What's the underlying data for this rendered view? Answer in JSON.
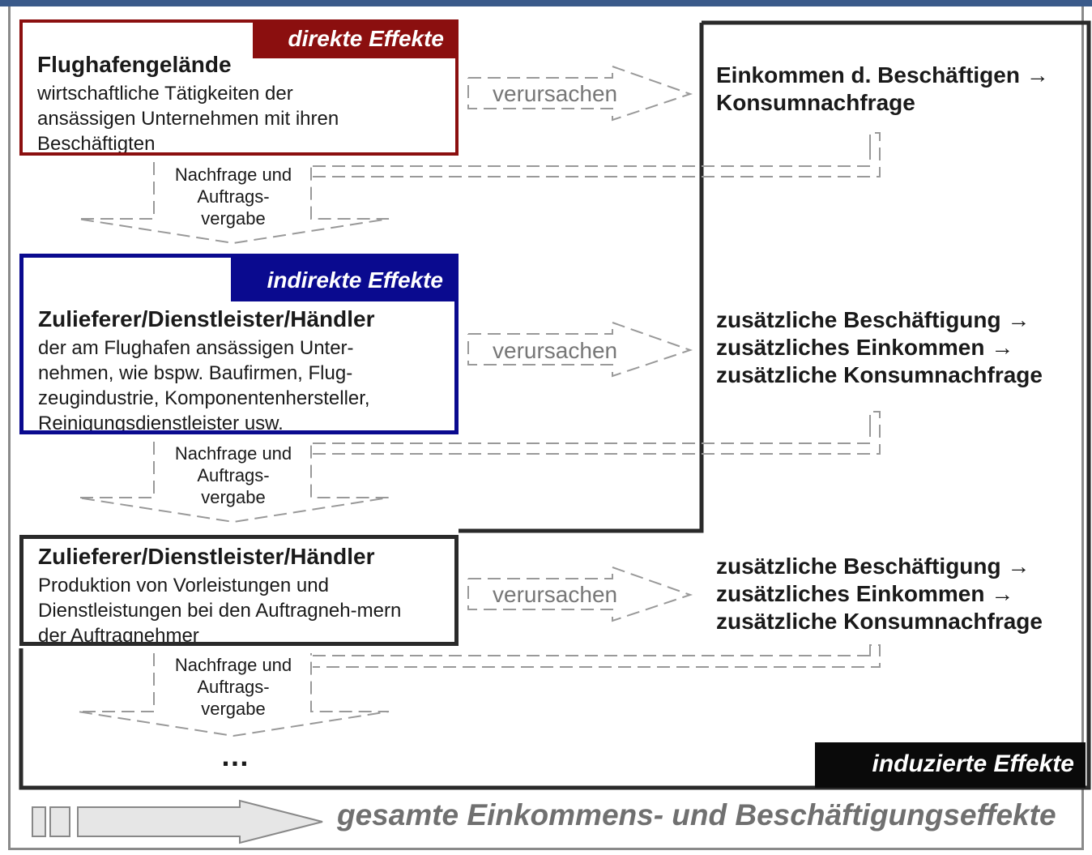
{
  "boxes": {
    "direct": {
      "tag": "direkte Effekte",
      "title": "Flughafengelände",
      "text": "wirtschaftliche Tätigkeiten der ansässigen Unternehmen mit ihren Beschäftigten"
    },
    "indirect": {
      "tag": "indirekte Effekte",
      "title": "Zulieferer/Dienstleister/Händler",
      "text": "der am Flughafen ansässigen Unter-nehmen, wie bspw. Baufirmen, Flug-zeugindustrie, Komponentenhersteller, Reinigungsdienstleister usw."
    },
    "third": {
      "title": "Zulieferer/Dienstleister/Händler",
      "text": "Produktion von Vorleistungen und Dienstleistungen bei den Auftragneh-mern der Auftragnehmer"
    }
  },
  "right": {
    "r1_line1": "Einkommen d. Beschäftigen →",
    "r1_line2": "Konsumnachfrage",
    "r2_line1": "zusätzliche Beschäftigung →",
    "r2_line2": "zusätzliches Einkommen →",
    "r2_line3": "zusätzliche Konsumnachfrage",
    "r3_line1": "zusätzliche Beschäftigung →",
    "r3_line2": "zusätzliches Einkommen →",
    "r3_line3": "zusätzliche Konsumnachfrage"
  },
  "arrows": {
    "cause_label": "verursachen",
    "demand_line1": "Nachfrage und",
    "demand_line2": "Auftrags-",
    "demand_line3": "vergabe"
  },
  "induced_tag": "induzierte Effekte",
  "ellipsis": "…",
  "bottom_label": "gesamte Einkommens- und Beschäftigungseffekte",
  "colors": {
    "direct": "#8b0f0f",
    "indirect": "#0a0a8f",
    "induced": "#0a0a0a",
    "dashed": "#999999"
  }
}
